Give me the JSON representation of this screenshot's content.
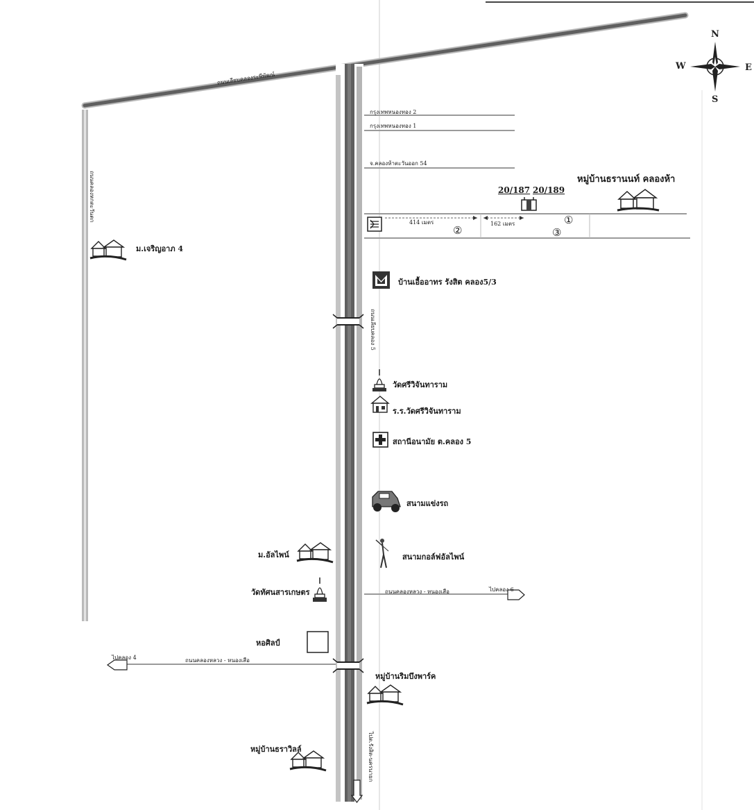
{
  "compass": {
    "n": "N",
    "s": "S",
    "e": "E",
    "w": "W"
  },
  "roads": {
    "klong_rangsit_north": "ถนนเลียบคลองระพีพัฒน์",
    "klong5_road": "ถนนเลียบคลอง 5",
    "west_vertical_road": "ถนนคลองหกตะวันตก",
    "soi_kt2": "กรุงเทพหนองทอง 2",
    "soi_kt1": "กรุงเทพหนองทอง 1",
    "soi_54": "จ.คลองห้าตะวันออก 54",
    "east_lower_road": "ถนนคลองหลวง - หนองเสือ",
    "west_lower_road": "ถนนคลองหลวง - หนองเสือ",
    "south_road": "ไปต.รังสิต-นครนายก"
  },
  "distances": {
    "d1": "414 เมตร",
    "d2": "162 เมตร"
  },
  "markers": {
    "m1": "①",
    "m2": "②",
    "m3": "③"
  },
  "house_numbers": {
    "a": "20/187",
    "b": "20/189"
  },
  "places": {
    "village_top_right": "หมู่บ้านธรานนท์ คลองห้า",
    "chareon": "ม.เจริญอาภ 4",
    "eua_arthorn": "บ้านเอื้ออาทร รังสิต คลอง5/3",
    "wat_sri_chan": "วัดศรีวิจันทาราม",
    "school": "ร.ร.วัดศรีวิจันทาราม",
    "health": "สถานีอนามัย ต.คลอง 5",
    "racetrack": "สนามแข่งรถ",
    "golf": "สนามกอล์ฟอัลไพน์",
    "alpine_village": "ม.อัลไพน์",
    "wat_thammakaset": "วัดทัศนสารเกษตร",
    "art_gallery": "หอศิลป์",
    "rim_bueng": "หมู่บ้านริมบึงพาร์ค",
    "thara_ville": "หมู่บ้านธราวิลล์"
  },
  "arrows": {
    "to_klong6": "ไปคลอง 6",
    "to_klong4": "ไปคลอง 4"
  },
  "colors": {
    "road_dark": "#5f5f5f",
    "road_light": "#b9b9b9",
    "road_mid": "#8c8c8c",
    "ink": "#1a1a1a"
  }
}
